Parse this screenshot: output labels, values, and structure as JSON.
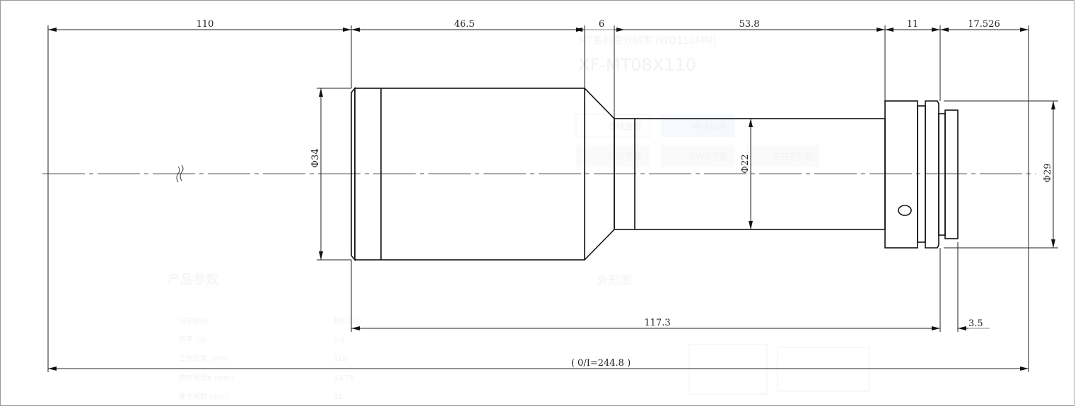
{
  "drawing": {
    "dimensions": {
      "d110": "110",
      "d46_5": "46.5",
      "d6": "6",
      "d53_8": "53.8",
      "d11": "11",
      "d17_526": "17.526",
      "dia34": "Φ34",
      "dia22": "Φ22",
      "dia29": "Φ29",
      "d117_3": "117.3",
      "d3_5": "3.5",
      "total": "( 0/I=244.8 )"
    }
  },
  "background_page": {
    "series": "MT系列高分辨率 (WD110MM)",
    "model": "XF-MT08X110",
    "buttons": [
      "在线查看",
      "申请试用",
      "PDF下载",
      "DWG下载",
      "STEP下载"
    ],
    "params_title": "产品参数",
    "outline_title": "外形图",
    "params": [
      {
        "label": "光学结构",
        "value": "物方远心"
      },
      {
        "label": "倍率 (X)",
        "value": "0.8"
      },
      {
        "label": "工作距离 (mm)",
        "value": "110"
      },
      {
        "label": "物方视野φ (mm)",
        "value": "13.75"
      },
      {
        "label": "像方视野 (mm)",
        "value": "11"
      }
    ]
  }
}
